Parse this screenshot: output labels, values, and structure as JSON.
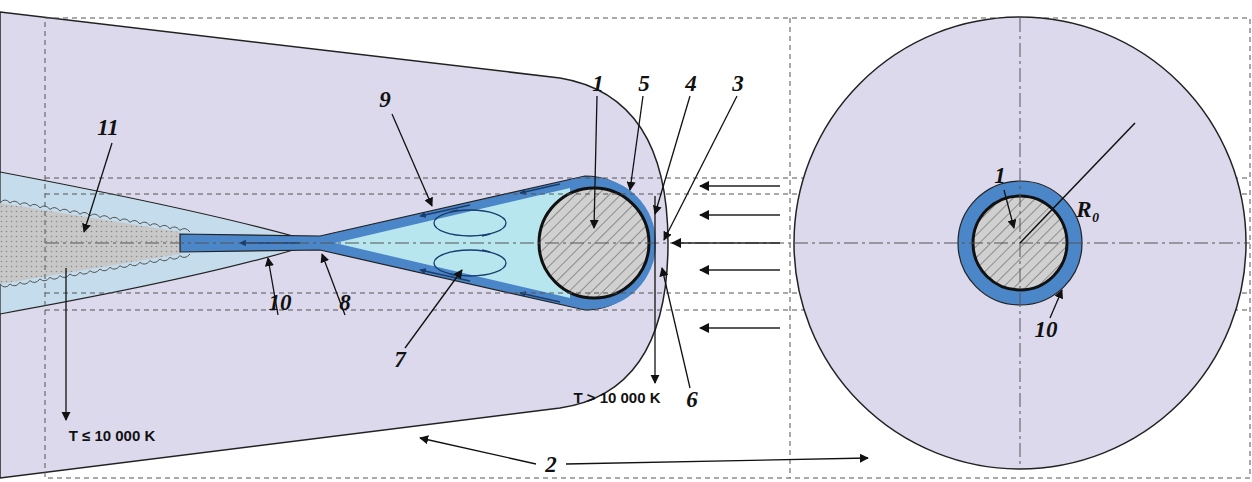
{
  "diagram": {
    "labels": [
      "1",
      "5",
      "4",
      "3",
      "11",
      "9",
      "10",
      "8",
      "7",
      "T ≤ 10 000 K",
      "T > 10 000 K",
      "6",
      "2",
      "1",
      "R₀",
      "10"
    ]
  }
}
